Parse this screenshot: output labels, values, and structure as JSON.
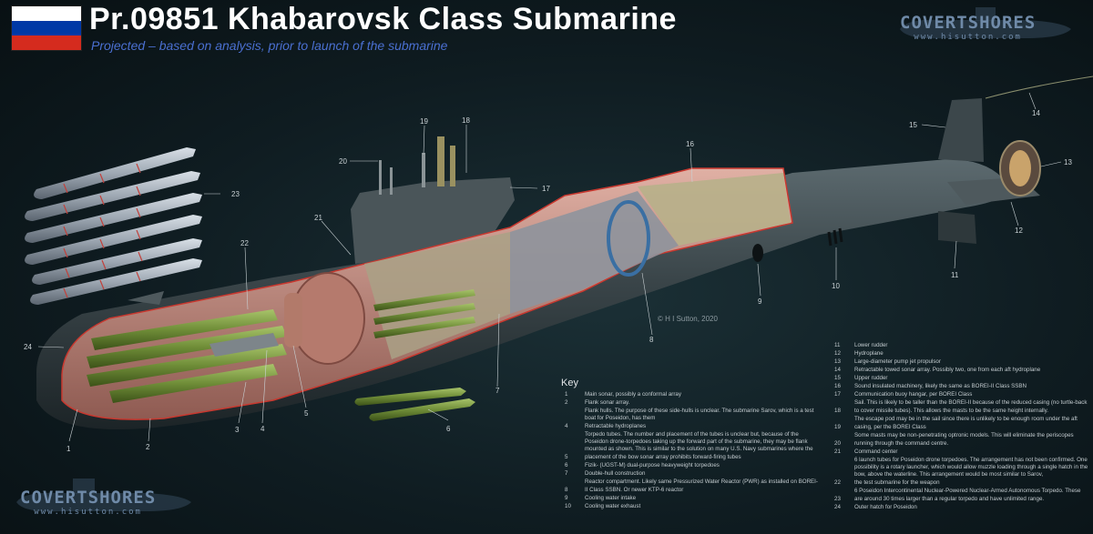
{
  "header": {
    "title": "Pr.09851 Khabarovsk Class Submarine",
    "subtitle": "Projected – based on analysis, prior to launch of the submarine"
  },
  "flag": {
    "colors": [
      "#ffffff",
      "#0039a6",
      "#d52b1e"
    ]
  },
  "logo": {
    "name": "COVERTSHORES",
    "url": "www.hisutton.com"
  },
  "copyright": "© H I Sutton, 2020",
  "callouts": [
    "1",
    "2",
    "3",
    "4",
    "5",
    "6",
    "7",
    "8",
    "9",
    "10",
    "11",
    "12",
    "13",
    "14",
    "15",
    "16",
    "17",
    "18",
    "19",
    "20",
    "21",
    "22",
    "23",
    "24"
  ],
  "key": {
    "heading": "Key",
    "left": [
      {
        "num": "1",
        "text": "Main sonar, possibly a conformal array"
      },
      {
        "num": "2",
        "text": "Flank sonar array."
      },
      {
        "num": "",
        "text": "Flank hulls. The purpose of these side-hulls is unclear. The submarine Sarov, which is a test boat for Poseidon, has them"
      },
      {
        "num": "4",
        "text": "Retractable hydroplanes"
      },
      {
        "num": "",
        "text": "Torpedo tubes. The number and placement of the tubes is unclear but, because of the Poseidon drone-torpedoes taking up the forward part of the submarine, they may be flank mounted as shown. This is similar to the solution on many U.S. Navy submarines where the"
      },
      {
        "num": "5",
        "text": "placement of the bow sonar array prohibits forward-firing tubes"
      },
      {
        "num": "6",
        "text": "Fizik- (UGST-M) dual-purpose heavyweight torpedoes"
      },
      {
        "num": "7",
        "text": "Double-hull construction"
      },
      {
        "num": "",
        "text": "Reactor compartment. Likely same Pressurized Water Reactor (PWR) as installed on BOREI-"
      },
      {
        "num": "8",
        "text": "II Class SSBN. Or newer KTP-6 reactor"
      },
      {
        "num": "9",
        "text": "Cooling water intake"
      },
      {
        "num": "10",
        "text": "Cooling water exhaust"
      }
    ],
    "right": [
      {
        "num": "11",
        "text": "Lower rudder"
      },
      {
        "num": "12",
        "text": "Hydroplane"
      },
      {
        "num": "13",
        "text": "Large-diameter pump jet propulsor"
      },
      {
        "num": "14",
        "text": "Retractable towed sonar array. Possibly two, one from each aft hydroplane"
      },
      {
        "num": "15",
        "text": "Upper rudder"
      },
      {
        "num": "16",
        "text": "Sound insulated machinery, likely the same as BOREI-II Class SSBN"
      },
      {
        "num": "17",
        "text": "Communication buoy hangar, per BOREI Class"
      },
      {
        "num": "",
        "text": "Sail. This is likely to be taller than the BOREI-II because of the reduced casing (no turtle-back"
      },
      {
        "num": "18",
        "text": "to cover missile tubes). This allows the masts to be the same height internally."
      },
      {
        "num": "",
        "text": "The escape pod may be in the sail since there is unlikely to be enough room under the aft"
      },
      {
        "num": "19",
        "text": "casing, per the BOREI Class"
      },
      {
        "num": "",
        "text": "Some masts may be non-penetrating optronic models. This will eliminate the periscopes"
      },
      {
        "num": "20",
        "text": "running through the command centre."
      },
      {
        "num": "21",
        "text": "Command center"
      },
      {
        "num": "",
        "text": "6 launch tubes for Poseidon drone torpedoes. The arrangement has not been confirmed. One possibility is a rotary launcher, which would allow muzzle loading through a single hatch in the bow, above the waterline. This arrangement would be most similar to Sarov,"
      },
      {
        "num": "22",
        "text": "the test submarine for the weapon"
      },
      {
        "num": "",
        "text": "6 Poseidon Intercontinental Nuclear-Powered Nuclear-Armed Autonomous Torpedo. These"
      },
      {
        "num": "23",
        "text": "are around 30 times larger than a regular torpedo and have unlimited range."
      },
      {
        "num": "24",
        "text": "Outer hatch for Poseidon"
      }
    ]
  }
}
